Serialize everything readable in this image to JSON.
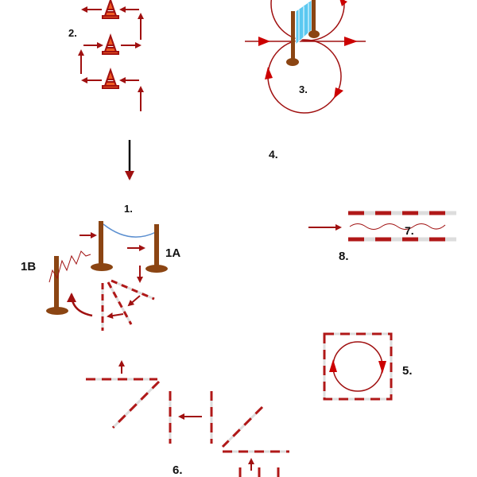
{
  "labels": {
    "l1": "1.",
    "l1a": "1A",
    "l1b": "1B",
    "l2": "2.",
    "l3": "3.",
    "l4": "4.",
    "l5": "5.",
    "l6": "6.",
    "l7": "7.",
    "l8": "8."
  },
  "colors": {
    "arrow": "#a01010",
    "pole": "#b01818",
    "post": "#8b4513",
    "rope": "#5b8fd0",
    "panel": "#5bc8f0"
  }
}
